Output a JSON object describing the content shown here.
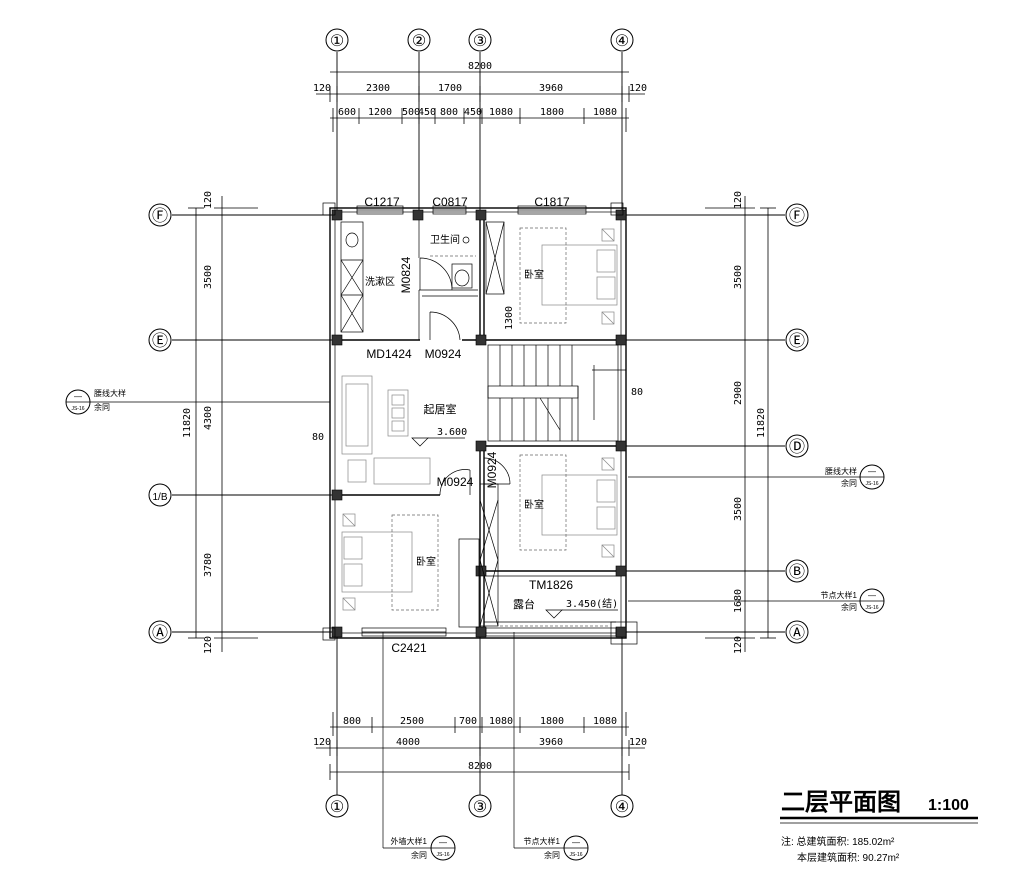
{
  "axes": {
    "top": [
      "①",
      "②",
      "③",
      "④"
    ],
    "bottom": [
      "①",
      "③",
      "④"
    ],
    "left": [
      "Ⓕ",
      "Ⓔ",
      "1/B",
      "Ⓐ"
    ],
    "right": [
      "Ⓕ",
      "Ⓔ",
      "Ⓓ",
      "Ⓑ",
      "Ⓐ"
    ]
  },
  "dims": {
    "top_total": "8200",
    "top_mid": [
      "120",
      "2300",
      "1700",
      "3960",
      "120"
    ],
    "top_detail": [
      "600",
      "1200",
      "500",
      "450",
      "800",
      "450",
      "1080",
      "1800",
      "1080"
    ],
    "bottom_detail": [
      "800",
      "2500",
      "700",
      "1080",
      "1800",
      "1080"
    ],
    "bottom_mid": [
      "120",
      "4000",
      "3960",
      "120"
    ],
    "bottom_total": "8200",
    "left": [
      "120",
      "3500",
      "4300",
      "3780",
      "120"
    ],
    "left_total": "11820",
    "left_80": "80",
    "right": [
      "120",
      "3500",
      "2900",
      "3500",
      "1680",
      "120"
    ],
    "right_total": "11820",
    "right_80": "80"
  },
  "labels": {
    "windows": [
      "C1217",
      "C0817",
      "C1817",
      "C2421"
    ],
    "doors": [
      "M0824",
      "MD1424",
      "M0924",
      "M0924",
      "M0924",
      "TM1826"
    ],
    "door_1300": "1300",
    "rooms": {
      "bath": "卫生间",
      "wash": "洗漱区",
      "bed1": "卧室",
      "bed2": "卧室",
      "bed3": "卧室",
      "living": "起居室",
      "terrace": "露台"
    },
    "elev_living": "3.600",
    "elev_terrace": "3.450(结)"
  },
  "callouts": [
    {
      "title": "腰线大样",
      "sub": "余同",
      "top": "—",
      "bottom": "JS-16"
    },
    {
      "title": "腰线大样",
      "sub": "余同",
      "top": "—",
      "bottom": "JS-16"
    },
    {
      "title": "节点大样1",
      "sub": "余同",
      "top": "—",
      "bottom": "JS-16"
    },
    {
      "title": "外墙大样1",
      "sub": "余同",
      "top": "—",
      "bottom": "JS-16"
    },
    {
      "title": "节点大样1",
      "sub": "余同",
      "top": "—",
      "bottom": "JS-16"
    }
  ],
  "title": {
    "main": "二层平面图",
    "scale": "1:100",
    "note1": "注: 总建筑面积: 185.02m²",
    "note2": "本层建筑面积: 90.27m²"
  }
}
